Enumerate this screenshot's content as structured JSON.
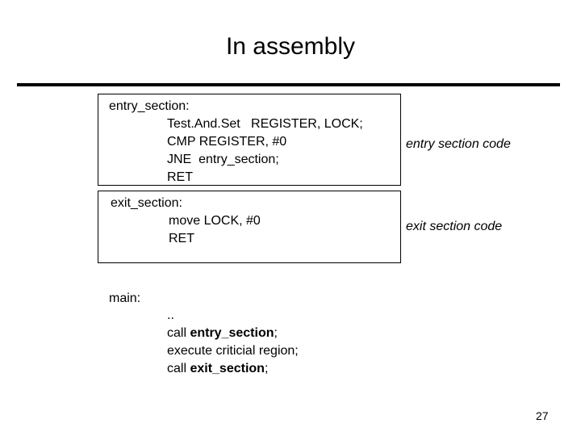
{
  "slide": {
    "title": "In assembly",
    "page_number": "27"
  },
  "entry_section": {
    "label": "entry_section:",
    "lines": [
      "Test.And.Set   REGISTER, LOCK;",
      "CMP REGISTER, #0",
      "JNE  entry_section;",
      "RET"
    ],
    "note": "entry section code"
  },
  "exit_section": {
    "label": "exit_section:",
    "lines": [
      "move LOCK, #0",
      "RET"
    ],
    "note": "exit section code"
  },
  "main": {
    "label": "main:",
    "dots": "..",
    "call_prefix": "call ",
    "call_entry": "entry_section",
    "call_suffix": ";",
    "execute_line": "execute criticial region;",
    "call_exit": "exit_section"
  }
}
